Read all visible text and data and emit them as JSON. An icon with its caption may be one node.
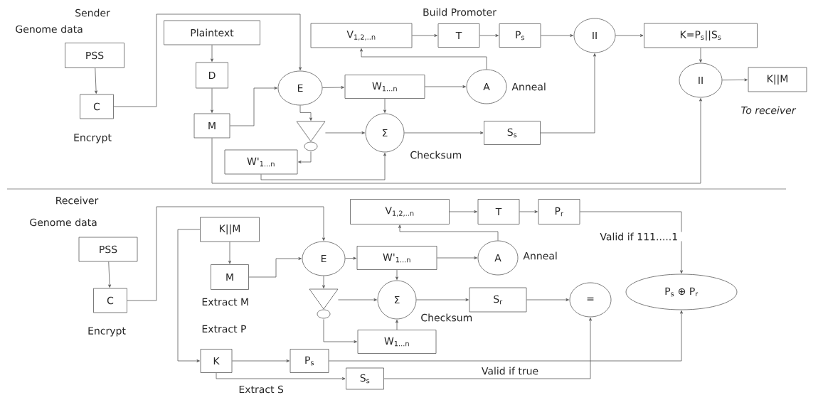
{
  "diagram": {
    "nodes": [
      {
        "text": [
          "PSS"
        ],
        "beside": [
          "Genome data"
        ]
      },
      {
        "text": [
          "C"
        ],
        "beside": [
          "Encrypt"
        ]
      },
      {
        "text": [
          "Plaintext"
        ]
      },
      {
        "text": [
          "D"
        ]
      },
      {
        "text": [
          "M"
        ]
      },
      {
        "text": [
          "E"
        ]
      },
      {
        "text": [
          "W$_{1...n}$"
        ]
      },
      {
        "text": [],
        "shape": "triangle"
      },
      {
        "text": [
          "W'$_{1...n}$"
        ]
      },
      {
        "text": [
          "Σ"
        ],
        "beside": [
          "Checksum"
        ]
      },
      {
        "text": [
          "V$_{1,2,..n}$"
        ]
      },
      {
        "text": [
          "T"
        ]
      },
      {
        "text": [
          "P$_{s}$"
        ]
      },
      {
        "text": [
          "II"
        ]
      },
      {
        "text": [
          "K=P$_{s}$||S$_{s}$"
        ]
      },
      {
        "text": [
          "A"
        ],
        "beside": [
          "Anneal"
        ]
      },
      {
        "text": [
          "S$_{s}$"
        ]
      },
      {
        "text": [
          "II"
        ]
      },
      {
        "text": [
          "K||M"
        ],
        "beside": [
          "To receiver"
        ]
      },
      {
        "text": [
          "PSS"
        ],
        "beside": [
          "Genome data"
        ]
      },
      {
        "text": [
          "C"
        ],
        "beside": [
          "Encrypt"
        ]
      },
      {
        "text": [
          "K||M"
        ]
      },
      {
        "text": [
          "M"
        ],
        "beside": [
          "Extract M"
        ]
      },
      {
        "text": [
          "E"
        ]
      },
      {
        "text": [
          "W'$_{1...n}$"
        ]
      },
      {
        "text": [],
        "shape": "triangle"
      },
      {
        "text": [
          "Σ"
        ],
        "beside": [
          "Checksum"
        ]
      },
      {
        "text": [
          "W$_{1...n}$"
        ]
      },
      {
        "text": [
          "V$_{1,2,..n}$"
        ]
      },
      {
        "text": [
          "T"
        ]
      },
      {
        "text": [
          "P$_{r}$"
        ]
      },
      {
        "text": [
          "A"
        ],
        "beside": [
          "Anneal"
        ]
      },
      {
        "text": [
          "S$_{r}$"
        ]
      },
      {
        "text": [
          "="
        ]
      },
      {
        "text": [
          "P$_{s}$ ⊕ P$_{r}$"
        ]
      },
      {
        "text": [
          "K"
        ]
      },
      {
        "text": [
          "P$_{s}$"
        ]
      },
      {
        "text": [
          "S$_{s}$"
        ]
      }
    ],
    "edges": [
      {
        "from": 0,
        "to": 1,
        "arrow": "to"
      },
      {
        "from": 1,
        "to": 5,
        "arrow": "to"
      },
      {
        "from": 2,
        "to": 3,
        "arrow": "to"
      },
      {
        "from": 3,
        "to": 4,
        "arrow": "to"
      },
      {
        "from": 4,
        "to": 5,
        "arrow": "to"
      },
      {
        "from": 5,
        "to": 6,
        "arrow": "to"
      },
      {
        "from": 5,
        "to": 7,
        "arrow": "to"
      },
      {
        "from": 7,
        "to": 9,
        "arrow": "to"
      },
      {
        "from": 7,
        "to": 8,
        "arrow": "to"
      },
      {
        "from": 6,
        "to": 9,
        "arrow": "to"
      },
      {
        "from": 8,
        "to": 9,
        "arrow": "to"
      },
      {
        "from": 4,
        "to": 17,
        "arrow": "to"
      },
      {
        "from": 6,
        "to": 15,
        "arrow": "to"
      },
      {
        "from": 15,
        "to": 10,
        "arrow": "to"
      },
      {
        "from": 10,
        "to": 11,
        "arrow": "to"
      },
      {
        "from": 11,
        "to": 12,
        "arrow": "to"
      },
      {
        "from": 12,
        "to": 13,
        "arrow": "to"
      },
      {
        "from": 9,
        "to": 16,
        "arrow": "to"
      },
      {
        "from": 16,
        "to": 13,
        "arrow": "to"
      },
      {
        "from": 13,
        "to": 14,
        "arrow": "to"
      },
      {
        "from": 14,
        "to": 17,
        "arrow": "to"
      },
      {
        "from": 17,
        "to": 18,
        "arrow": "to"
      },
      {
        "from": 19,
        "to": 20,
        "arrow": "to"
      },
      {
        "from": 20,
        "to": 23,
        "arrow": "to"
      },
      {
        "from": 21,
        "to": 22,
        "arrow": "to"
      },
      {
        "from": 21,
        "to": 35,
        "arrow": "to"
      },
      {
        "from": 22,
        "to": 23,
        "arrow": "to"
      },
      {
        "from": 23,
        "to": 24,
        "arrow": "to"
      },
      {
        "from": 23,
        "to": 25,
        "arrow": "to"
      },
      {
        "from": 25,
        "to": 26,
        "arrow": "to"
      },
      {
        "from": 25,
        "to": 27,
        "arrow": "to"
      },
      {
        "from": 24,
        "to": 26,
        "arrow": "to"
      },
      {
        "from": 27,
        "to": 26,
        "arrow": "to"
      },
      {
        "from": 24,
        "to": 31,
        "arrow": "to"
      },
      {
        "from": 31,
        "to": 28,
        "arrow": "to"
      },
      {
        "from": 28,
        "to": 29,
        "arrow": "to"
      },
      {
        "from": 29,
        "to": 30,
        "arrow": "to"
      },
      {
        "from": 30,
        "to": 34,
        "arrow": "to",
        "label": "Valid if 111.....1"
      },
      {
        "from": 26,
        "to": 32,
        "arrow": "to"
      },
      {
        "from": 32,
        "to": 33,
        "arrow": "to"
      },
      {
        "from": 35,
        "to": 36,
        "arrow": "to"
      },
      {
        "from": 35,
        "to": 37,
        "arrow": "to"
      },
      {
        "from": 36,
        "to": 34,
        "arrow": "to"
      },
      {
        "from": 37,
        "to": 33,
        "arrow": "to",
        "label": "Valid if true"
      }
    ],
    "labels": [
      "Sender",
      "Build Promoter",
      "Receiver",
      "Extract P",
      "Extract S"
    ]
  }
}
